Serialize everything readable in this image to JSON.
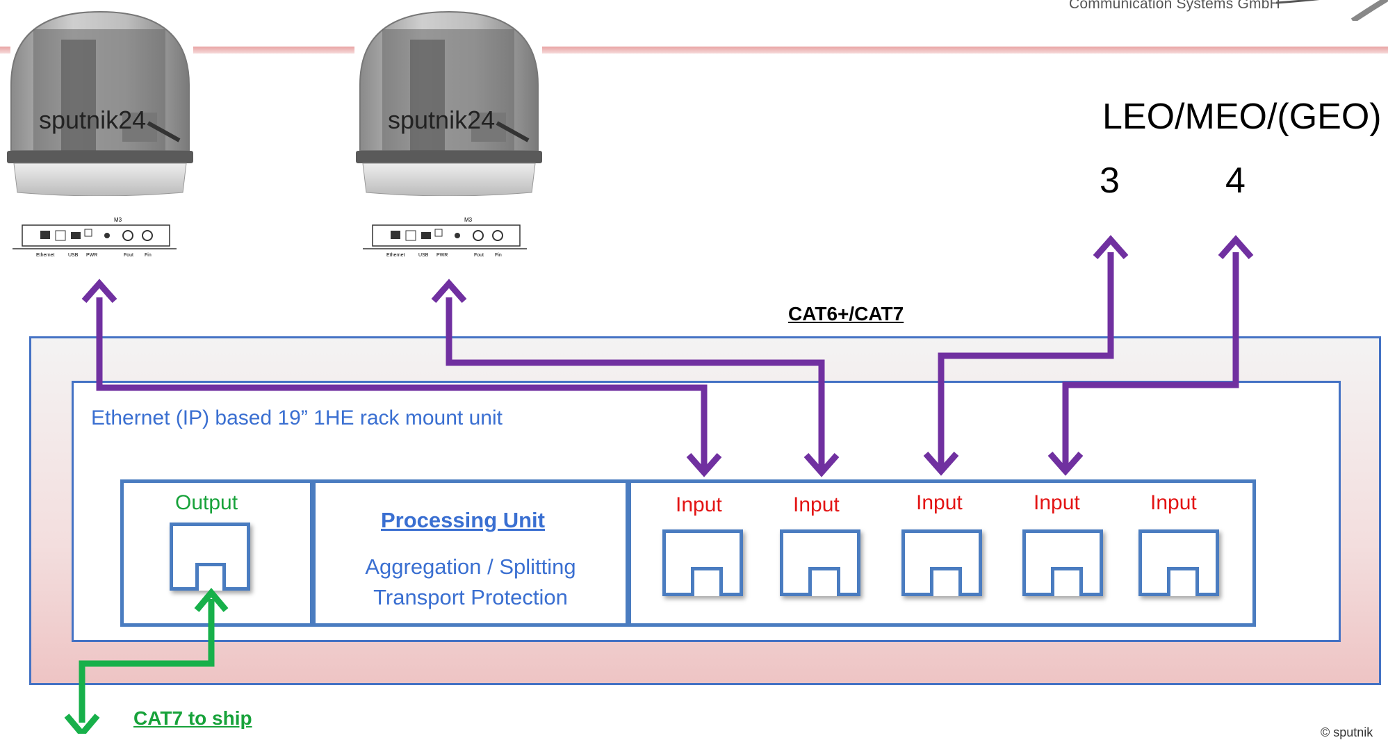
{
  "header": {
    "company": "Communication Systems GmbH"
  },
  "antennas": [
    {
      "brand": "sputnik24"
    },
    {
      "brand": "sputnik24"
    }
  ],
  "modem_panel": {
    "ports": [
      "Ethernet",
      "USB",
      "PWR",
      "Fout",
      "Fin"
    ],
    "marker": "M3"
  },
  "orbit_label": "LEO/MEO/(GEO)",
  "orbit_links": [
    "3",
    "4"
  ],
  "cable_label": "CAT6+/CAT7",
  "rack": {
    "label": "Ethernet (IP) based 19” 1HE rack mount unit",
    "output_label": "Output",
    "processing": {
      "title": "Processing Unit",
      "line1": "Aggregation / Splitting",
      "line2": "Transport Protection"
    },
    "inputs": [
      "Input",
      "Input",
      "Input",
      "Input",
      "Input"
    ]
  },
  "ship_label": "CAT7 to ship",
  "copyright": "© sputnik",
  "colors": {
    "link_purple": "#7030a0",
    "link_green": "#17b04a",
    "rack_border": "#4472c4",
    "input_red": "#e31414",
    "accent_blue": "#3a6fd1"
  }
}
